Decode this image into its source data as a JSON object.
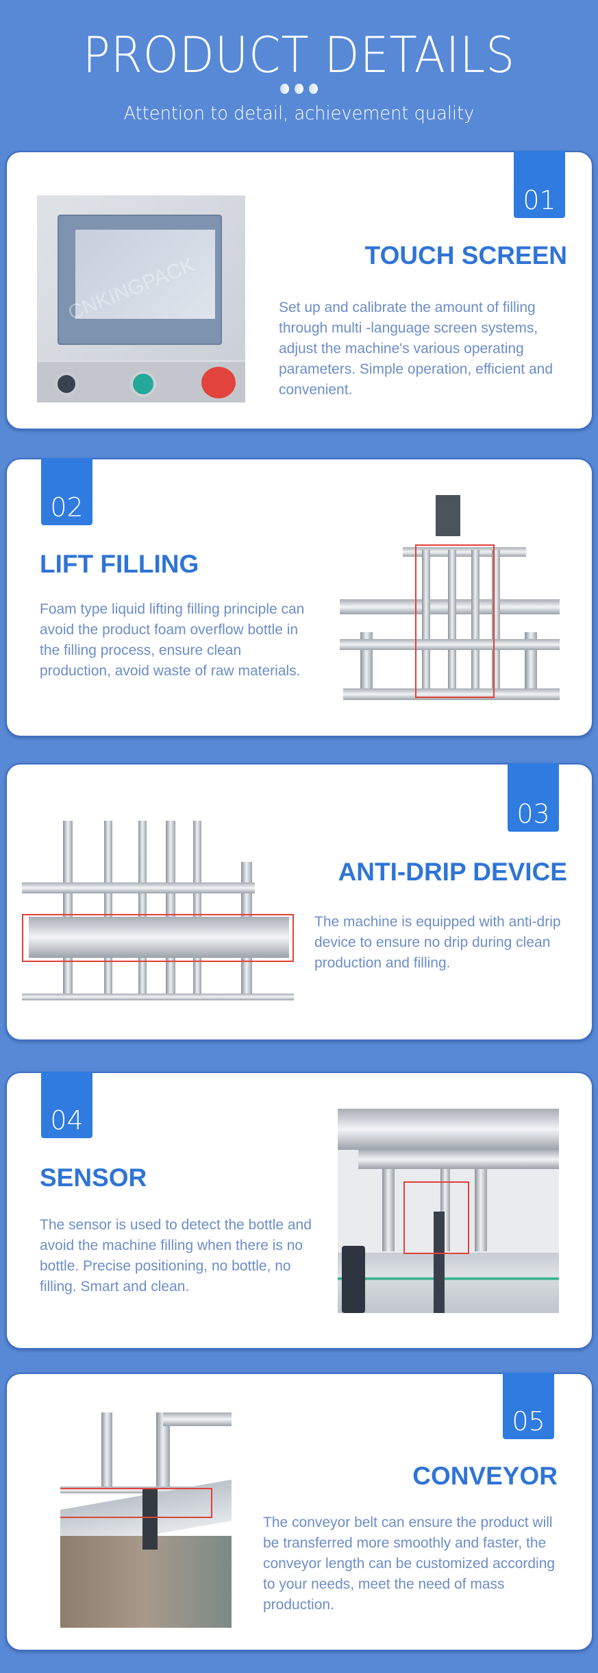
{
  "header": {
    "title": "PRODUCT DETAILS",
    "subtitle": "Attention to detail, achievement quality"
  },
  "watermark": "CNKINGPACK",
  "colors": {
    "background": "#5889d6",
    "badge": "#2f7be0",
    "title": "#2f74d6",
    "body": "#6c8dc8"
  },
  "sections": [
    {
      "number": "01",
      "title": "TOUCH SCREEN",
      "body": "Set up and calibrate the amount of filling through multi -language screen systems, adjust the machine's various operating parameters. Simple operation, efficient and convenient."
    },
    {
      "number": "02",
      "title": "LIFT FILLING",
      "body": "Foam type liquid lifting filling principle can avoid the product foam overflow bottle in the filling process, ensure clean production, avoid waste of raw materials."
    },
    {
      "number": "03",
      "title": "ANTI-DRIP DEVICE",
      "body": "The machine is equipped with anti-drip device to ensure no drip during clean production and filling."
    },
    {
      "number": "04",
      "title": "SENSOR",
      "body": "The sensor is used to detect the bottle and avoid the machine filling when there is no bottle. Precise positioning, no bottle, no filling. Smart and clean."
    },
    {
      "number": "05",
      "title": "CONVEYOR",
      "body": "The conveyor belt can ensure the product will be transferred more smoothly and faster, the conveyor length can be customized according to your needs, meet the need of mass production."
    }
  ]
}
